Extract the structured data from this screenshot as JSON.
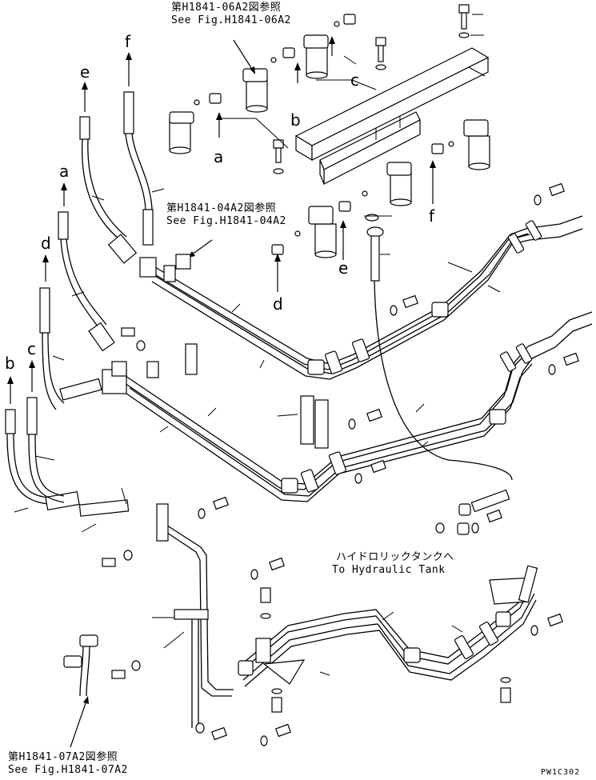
{
  "references": [
    {
      "id": "ref-06a2",
      "jp": "第H1841-06A2図参照",
      "en": "See Fig.H1841-06A2"
    },
    {
      "id": "ref-04a2",
      "jp": "第H1841-04A2図参照",
      "en": "See Fig.H1841-04A2"
    },
    {
      "id": "ref-07a2",
      "jp": "第H1841-07A2図参照",
      "en": "See Fig.H1841-07A2"
    }
  ],
  "tank_note": {
    "jp": "ハイドロリックタンクへ",
    "en": "To Hydraulic Tank"
  },
  "connection_letters": {
    "a": "a",
    "b": "b",
    "c": "c",
    "d": "d",
    "e": "e",
    "f": "f"
  },
  "drawing_code": "PW1C302"
}
